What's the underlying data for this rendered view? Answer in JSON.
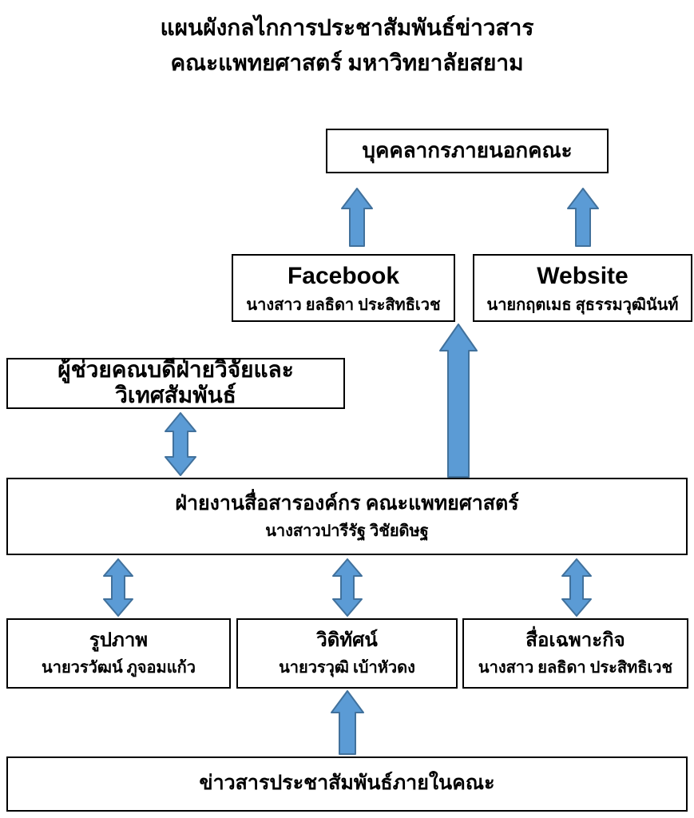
{
  "colors": {
    "arrow_fill": "#5B9BD5",
    "arrow_stroke": "#41719C",
    "box_border": "#000000",
    "text": "#000000",
    "background": "#ffffff"
  },
  "title": {
    "line1": "แผนผังกลไกการประชาสัมพันธ์ข่าวสาร",
    "line2": "คณะแพทยศาสตร์ มหาวิทยาลัยสยาม"
  },
  "nodes": {
    "external": {
      "label": "บุคคลากรภายนอกคณะ"
    },
    "facebook": {
      "title": "Facebook",
      "person": "นางสาว ยลธิดา ประสิทธิเวช"
    },
    "website": {
      "title": "Website",
      "person": "นายกฤตเมธ สุธรรมวุฒินันท์"
    },
    "assistant_dean": {
      "label": "ผู้ช่วยคณบดีฝ่ายวิจัยและวิเทศสัมพันธ์"
    },
    "comms_dept": {
      "title": "ฝ่ายงานสื่อสารองค์กร คณะแพทยศาสตร์",
      "person": "นางสาวปารีรัฐ วิชัยดิษฐ"
    },
    "photo": {
      "title": "รูปภาพ",
      "person": "นายวรวัฒน์ ภูจอมแก้ว"
    },
    "video": {
      "title": "วิดิทัศน์",
      "person": "นายวรวุฒิ เบ้าหัวดง"
    },
    "special_media": {
      "title": "สื่อเฉพาะกิจ",
      "person": "นางสาว ยลธิดา ประสิทธิเวช"
    },
    "internal_news": {
      "label": "ข่าวสารประชาสัมพันธ์ภายในคณะ"
    }
  },
  "connections": [
    {
      "from": "facebook",
      "to": "external",
      "direction": "up"
    },
    {
      "from": "website",
      "to": "external",
      "direction": "up"
    },
    {
      "from": "comms_dept",
      "to": "facebook_website_row",
      "direction": "up"
    },
    {
      "from": "assistant_dean",
      "to": "comms_dept",
      "direction": "both"
    },
    {
      "from": "comms_dept",
      "to": "photo",
      "direction": "both"
    },
    {
      "from": "comms_dept",
      "to": "video",
      "direction": "both"
    },
    {
      "from": "comms_dept",
      "to": "special_media",
      "direction": "both"
    },
    {
      "from": "internal_news",
      "to": "video",
      "direction": "up"
    }
  ]
}
